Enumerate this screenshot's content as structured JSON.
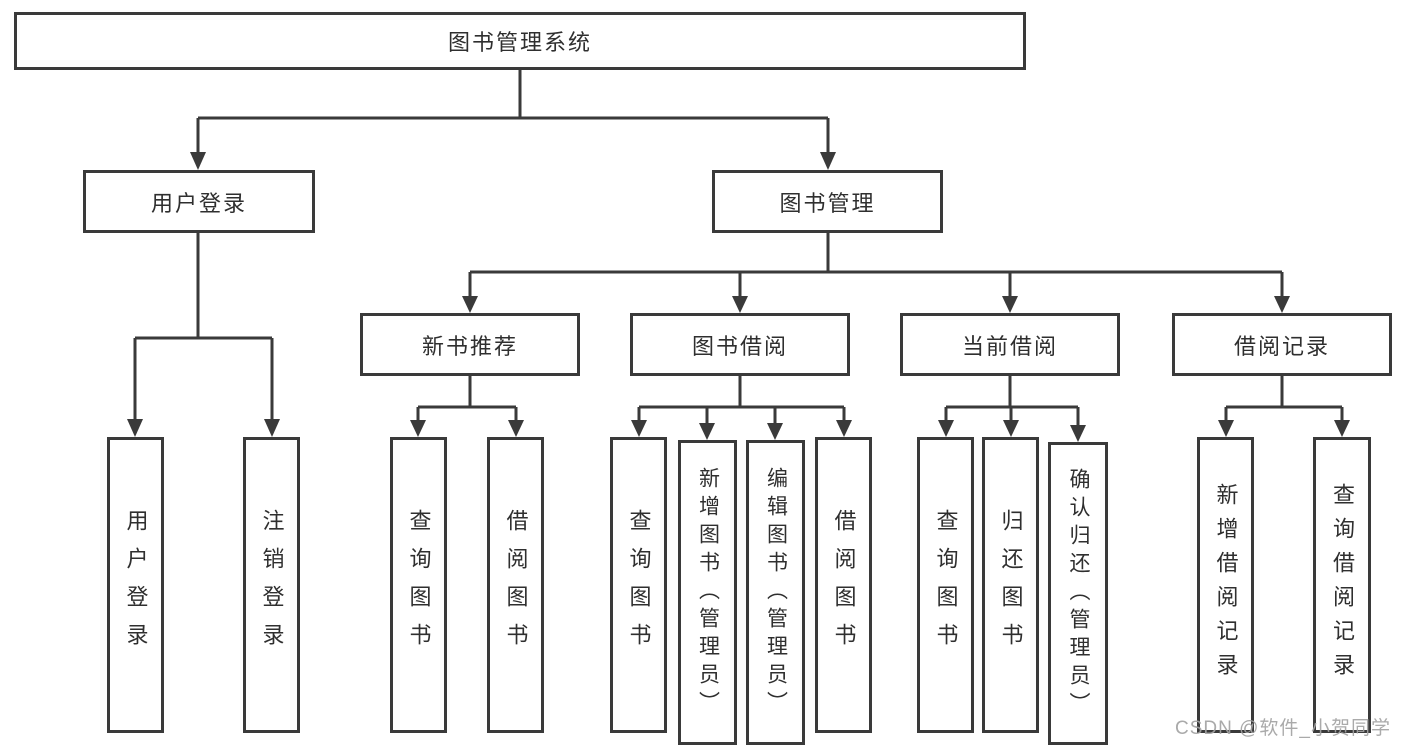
{
  "nodes": {
    "root": {
      "label": "图书管理系统"
    },
    "branches": [
      {
        "label": "用户登录"
      },
      {
        "label": "图书管理"
      }
    ],
    "sections": [
      {
        "label": "新书推荐"
      },
      {
        "label": "图书借阅"
      },
      {
        "label": "当前借阅"
      },
      {
        "label": "借阅记录"
      }
    ],
    "leaves": [
      {
        "label": "用户登录"
      },
      {
        "label": "注销登录"
      },
      {
        "label": "查询图书"
      },
      {
        "label": "借阅图书"
      },
      {
        "label": "查询图书"
      },
      {
        "label": "新增图书（管理员）"
      },
      {
        "label": "编辑图书（管理员）"
      },
      {
        "label": "借阅图书"
      },
      {
        "label": "查询图书"
      },
      {
        "label": "归还图书"
      },
      {
        "label": "确认归还（管理员）"
      },
      {
        "label": "新增借阅记录"
      },
      {
        "label": "查询借阅记录"
      }
    ]
  },
  "watermark": {
    "text": "CSDN @软件_小贺同学"
  },
  "colors": {
    "line": "#3a3a3a",
    "text": "#2f2f2f",
    "watermark": "#a3a3a3",
    "background": "#ffffff"
  }
}
